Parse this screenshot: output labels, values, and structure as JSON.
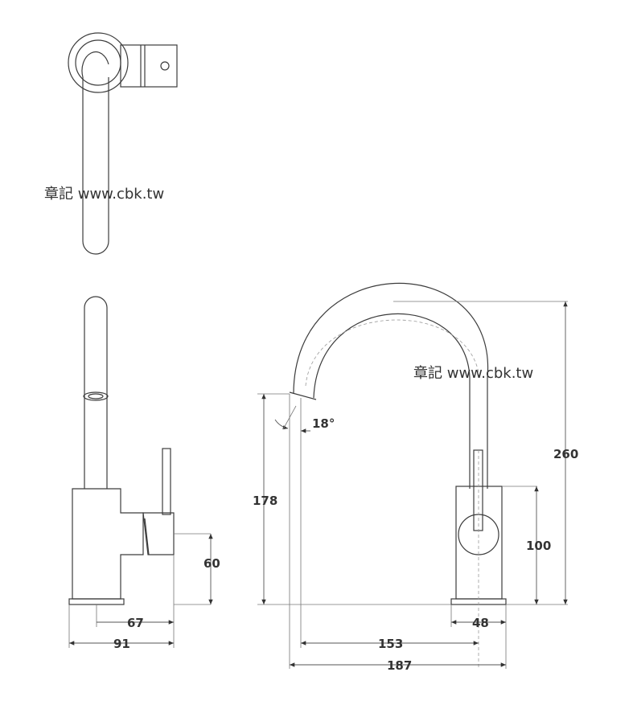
{
  "watermarks": {
    "top": "章記 www.cbk.tw",
    "right": "章記 www.cbk.tw"
  },
  "dimensions": {
    "angle": "18°",
    "spout_height": "178",
    "total_height": "260",
    "body_height": "100",
    "handle_height": "60",
    "handle_reach": "67",
    "side_depth": "91",
    "base_width": "48",
    "spout_reach": "153",
    "total_reach": "187"
  }
}
